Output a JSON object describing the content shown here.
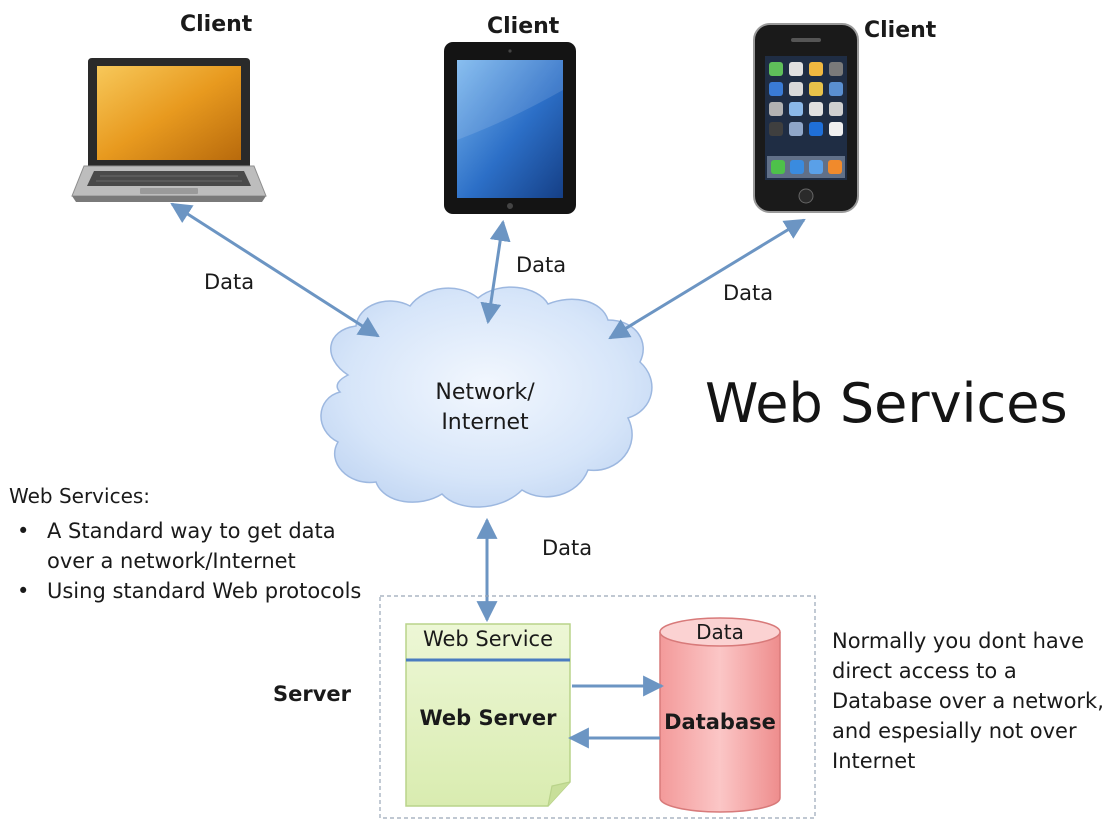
{
  "title": "Web Services",
  "clients": [
    {
      "label": "Client",
      "device": "laptop"
    },
    {
      "label": "Client",
      "device": "tablet"
    },
    {
      "label": "Client",
      "device": "smartphone"
    }
  ],
  "data_labels": [
    "Data",
    "Data",
    "Data",
    "Data"
  ],
  "cloud": {
    "line1": "Network/",
    "line2": "Internet"
  },
  "web_services_info": {
    "heading": "Web Services:",
    "bullets": [
      "A Standard way to get data over a network/Internet",
      "Using standard Web protocols"
    ]
  },
  "server": {
    "label": "Server",
    "web_service": "Web Service",
    "web_server": "Web Server",
    "database_top": "Data",
    "database": "Database"
  },
  "note": "Normally you dont have direct access to a Database over a network, and espesially not over Internet",
  "colors": {
    "arrow": "#6c95c3",
    "cloud_fill": "#cfe0f7",
    "cloud_stroke": "#9db8e0",
    "server_page_fill": "#e6f3c7",
    "server_page_stroke": "#b9d38a",
    "database_fill": "#f6a9a9",
    "database_stroke": "#d87a7a"
  }
}
